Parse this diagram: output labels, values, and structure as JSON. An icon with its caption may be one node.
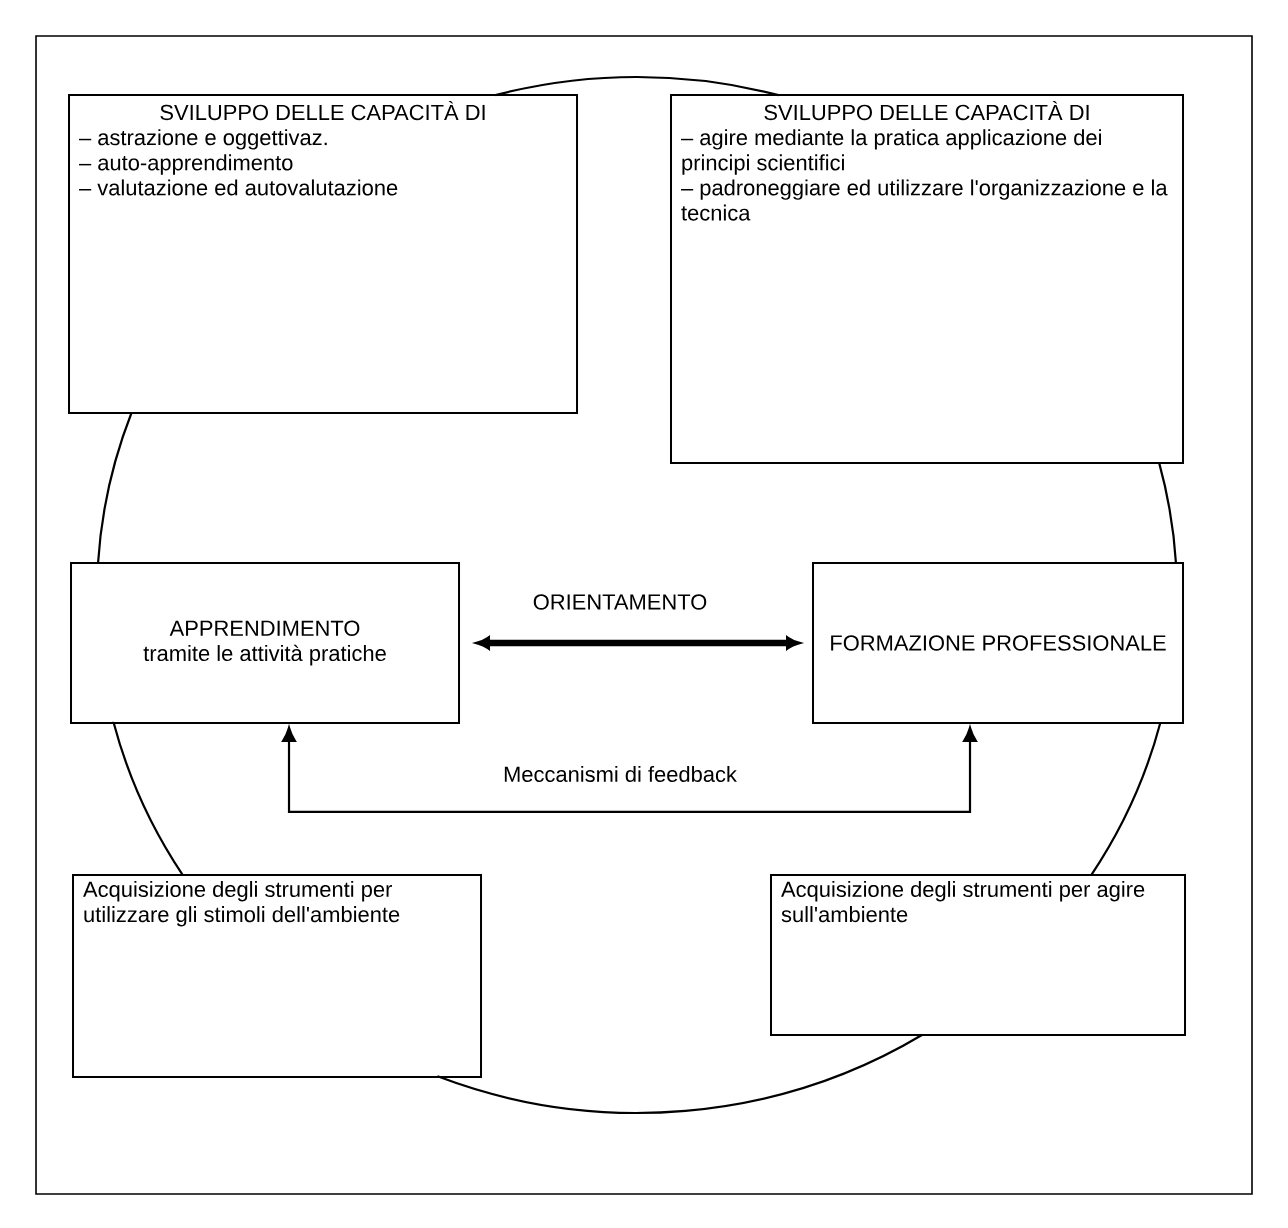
{
  "diagram": {
    "nodes": [
      {
        "text": [
          "SVILUPPO DELLE CAPACITÀ DI",
          "– astrazione e oggettivaz.",
          "– auto-apprendimento",
          "– valutazione ed autovalutazione"
        ]
      },
      {
        "text": [
          "SVILUPPO DELLE CAPACITÀ DI",
          "– agire mediante la pratica applicazione dei principi scientifici",
          "– padroneggiare ed utilizzare l'organizzazione e la tecnica"
        ]
      },
      {
        "text": [
          "APPRENDIMENTO",
          "tramite le attività pratiche"
        ]
      },
      {
        "text": [
          "FORMAZIONE PROFESSIONALE"
        ]
      },
      {
        "text": [
          "Acquisizione degli strumenti per utilizzare gli stimoli dell'ambiente"
        ]
      },
      {
        "text": [
          "Acquisizione degli strumenti per agire sull'ambiente"
        ]
      }
    ],
    "edges": [
      {
        "from": 0,
        "to": 1,
        "arrow": "none"
      },
      {
        "from": 1,
        "to": 3,
        "arrow": "none"
      },
      {
        "from": 3,
        "to": 5,
        "arrow": "none"
      },
      {
        "from": 5,
        "to": 4,
        "arrow": "none"
      },
      {
        "from": 4,
        "to": 2,
        "arrow": "none"
      },
      {
        "from": 2,
        "to": 0,
        "arrow": "none"
      },
      {
        "from": 2,
        "to": 3,
        "arrow": "both",
        "label": "ORIENTAMENTO",
        "style": "thick"
      },
      {
        "from": 2,
        "to": 3,
        "arrow": "both",
        "label": "Meccanismi di feedback"
      }
    ]
  }
}
